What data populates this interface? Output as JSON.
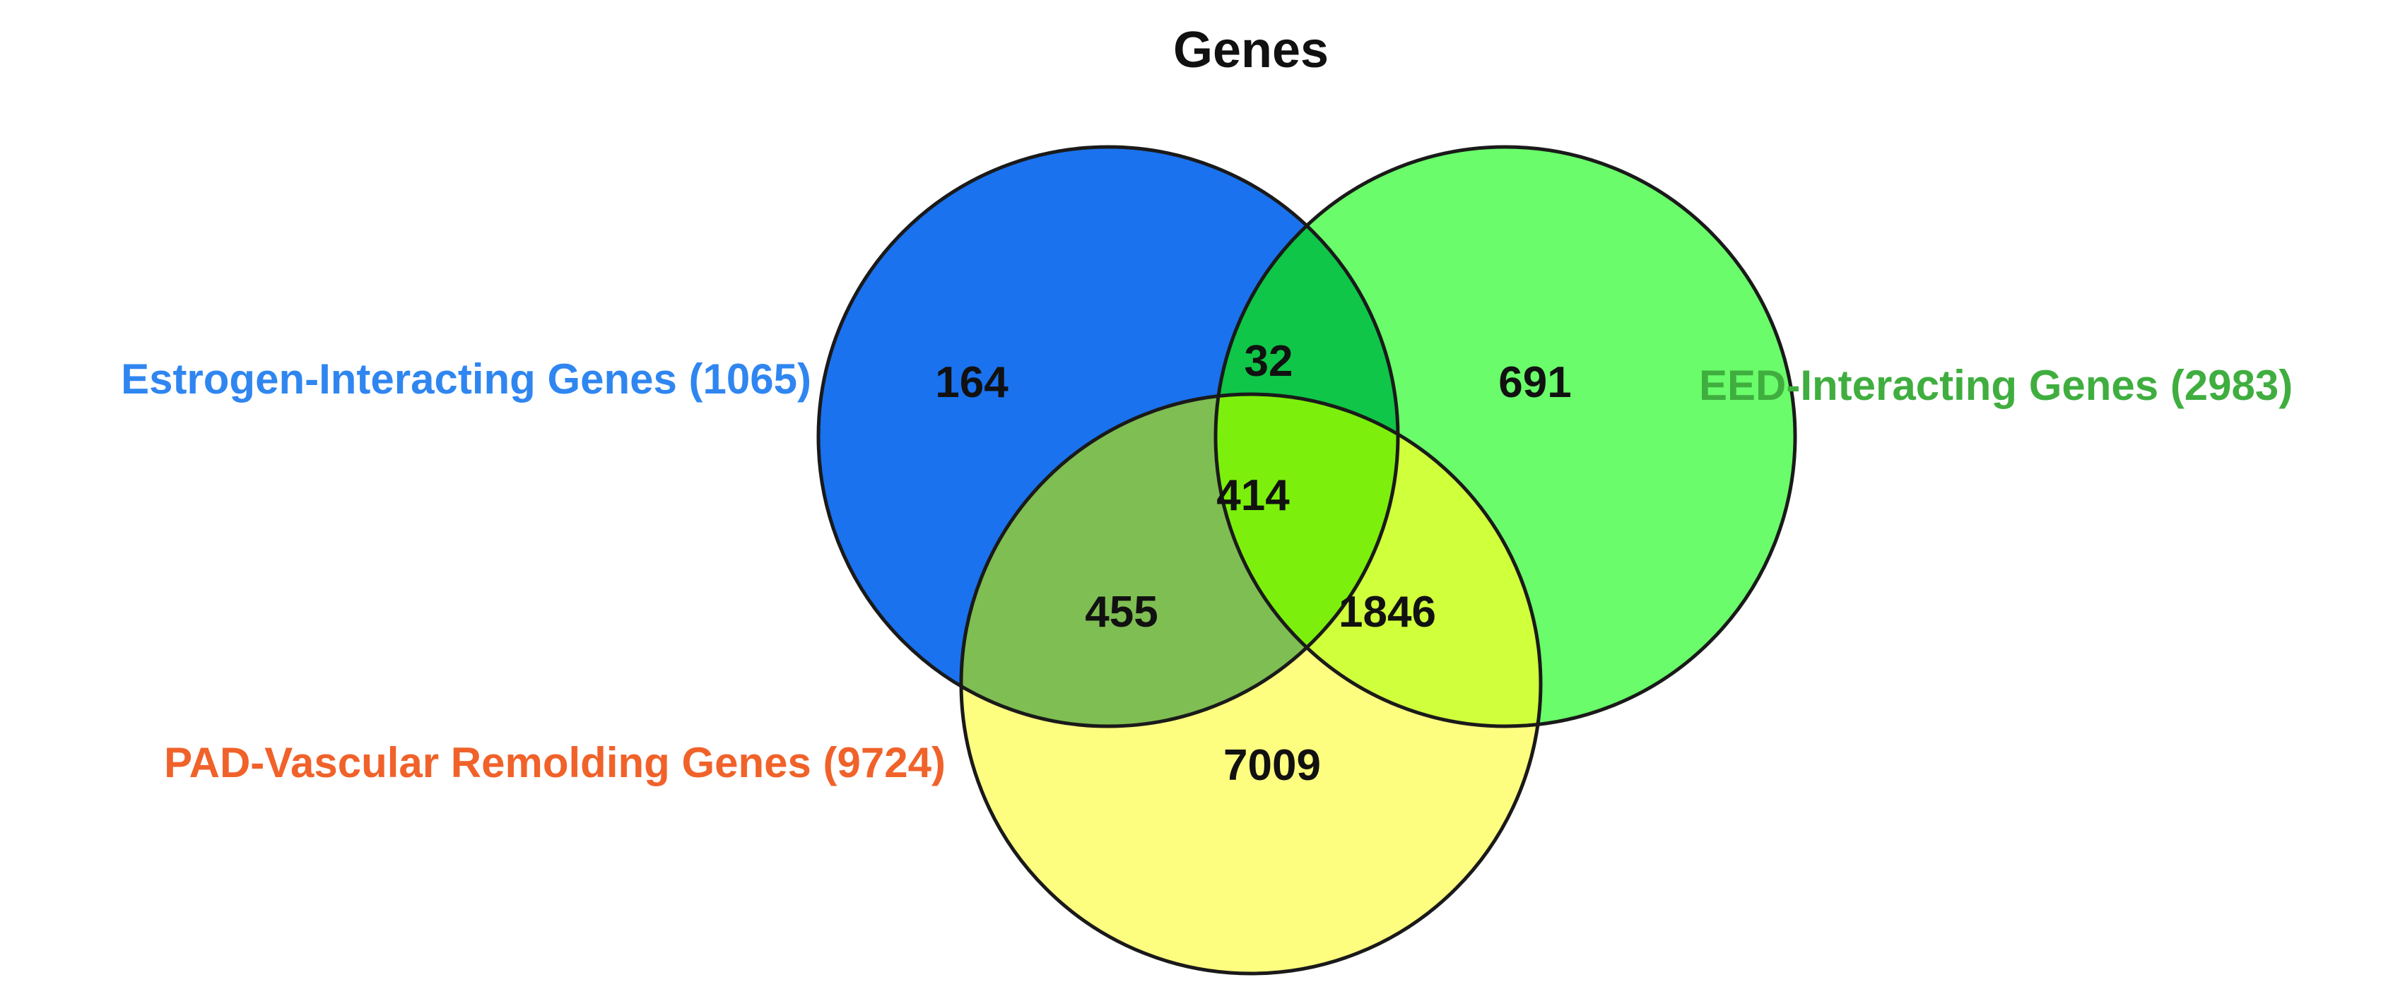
{
  "title": "Genes",
  "sets": {
    "estrogen": {
      "label": "Estrogen-Interacting Genes (1065)",
      "color": "#1a72ee",
      "label_color": "#2f86f0"
    },
    "eed": {
      "label": "EED-Interacting Genes (2983)",
      "color": "#6afc6a",
      "label_color": "#3fae3f"
    },
    "pad": {
      "label": "PAD-Vascular Remolding Genes (9724)",
      "color": "#fdfd80",
      "label_color": "#f0622a"
    }
  },
  "regions": {
    "estrogen_only": "164",
    "estrogen_eed": "32",
    "eed_only": "691",
    "all_three": "414",
    "estrogen_pad": "455",
    "eed_pad": "1846",
    "pad_only": "7009"
  },
  "colors": {
    "outline": "#1a1a1a",
    "text": "#111111",
    "background": "#ffffff"
  }
}
